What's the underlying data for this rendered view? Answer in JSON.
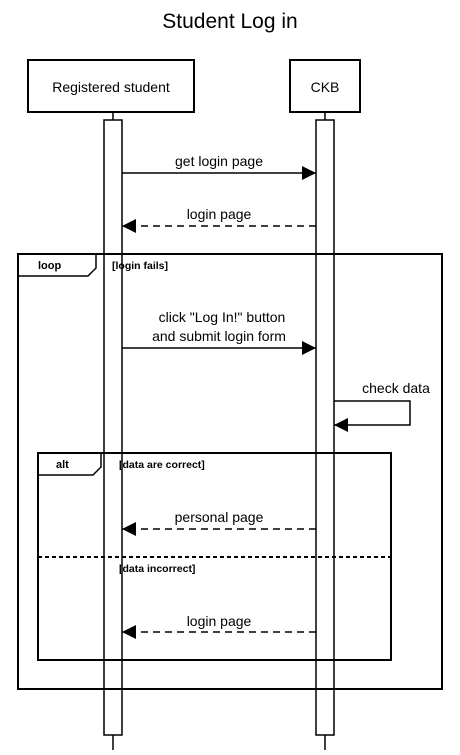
{
  "title": "Student Log in",
  "participants": [
    {
      "id": "student",
      "name": "Registered student"
    },
    {
      "id": "ckb",
      "name": "CKB"
    }
  ],
  "messages": [
    {
      "id": "m1",
      "from": "student",
      "to": "ckb",
      "style": "solid",
      "lines": [
        "get login page"
      ]
    },
    {
      "id": "m2",
      "from": "ckb",
      "to": "student",
      "style": "dashed",
      "lines": [
        "login page"
      ]
    },
    {
      "id": "m3",
      "from": "student",
      "to": "ckb",
      "style": "solid",
      "lines": [
        "click \"Log In!\" button",
        "and submit login form"
      ]
    },
    {
      "id": "m4",
      "from": "ckb",
      "to": "ckb",
      "style": "solid",
      "lines": [
        "check data"
      ]
    },
    {
      "id": "m5",
      "from": "ckb",
      "to": "student",
      "style": "dashed",
      "lines": [
        "personal page"
      ]
    },
    {
      "id": "m6",
      "from": "ckb",
      "to": "student",
      "style": "dashed",
      "lines": [
        "login page"
      ]
    }
  ],
  "fragments": {
    "loop": {
      "keyword": "loop",
      "guard": "[login fails]"
    },
    "alt": {
      "keyword": "alt",
      "guard_1": "[data are correct]",
      "guard_2": "[data incorrect]"
    }
  }
}
